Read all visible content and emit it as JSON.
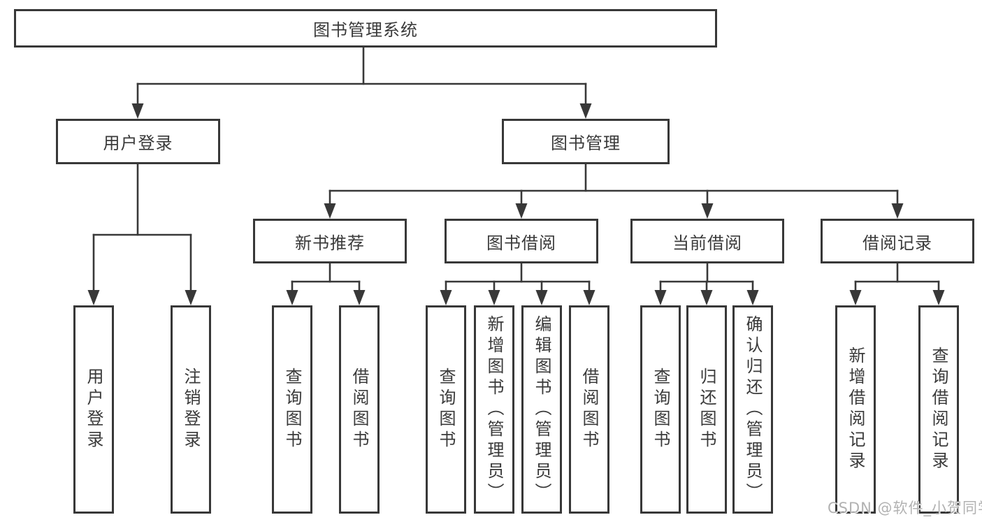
{
  "tree": {
    "root": {
      "label": "图书管理系统"
    },
    "branches": [
      {
        "label": "用户登录",
        "children": [
          "用户登录",
          "注销登录"
        ]
      },
      {
        "label": "图书管理",
        "groups": [
          {
            "label": "新书推荐",
            "children": [
              "查询图书",
              "借阅图书"
            ]
          },
          {
            "label": "图书借阅",
            "children": [
              "查询图书",
              "新增图书（管理员）",
              "编辑图书（管理员）",
              "借阅图书"
            ]
          },
          {
            "label": "当前借阅",
            "children": [
              "查询图书",
              "归还图书",
              "确认归还（管理员）"
            ]
          },
          {
            "label": "借阅记录",
            "children": [
              "新增借阅记录",
              "查询借阅记录"
            ]
          }
        ]
      }
    ]
  },
  "watermark": {
    "text": "CSDN @软件_小贺同学"
  },
  "colors": {
    "line": "#383838",
    "box_border": "#383838",
    "text": "#3a3a3a",
    "background": "#ffffff",
    "watermark": "#b2b2b2"
  }
}
